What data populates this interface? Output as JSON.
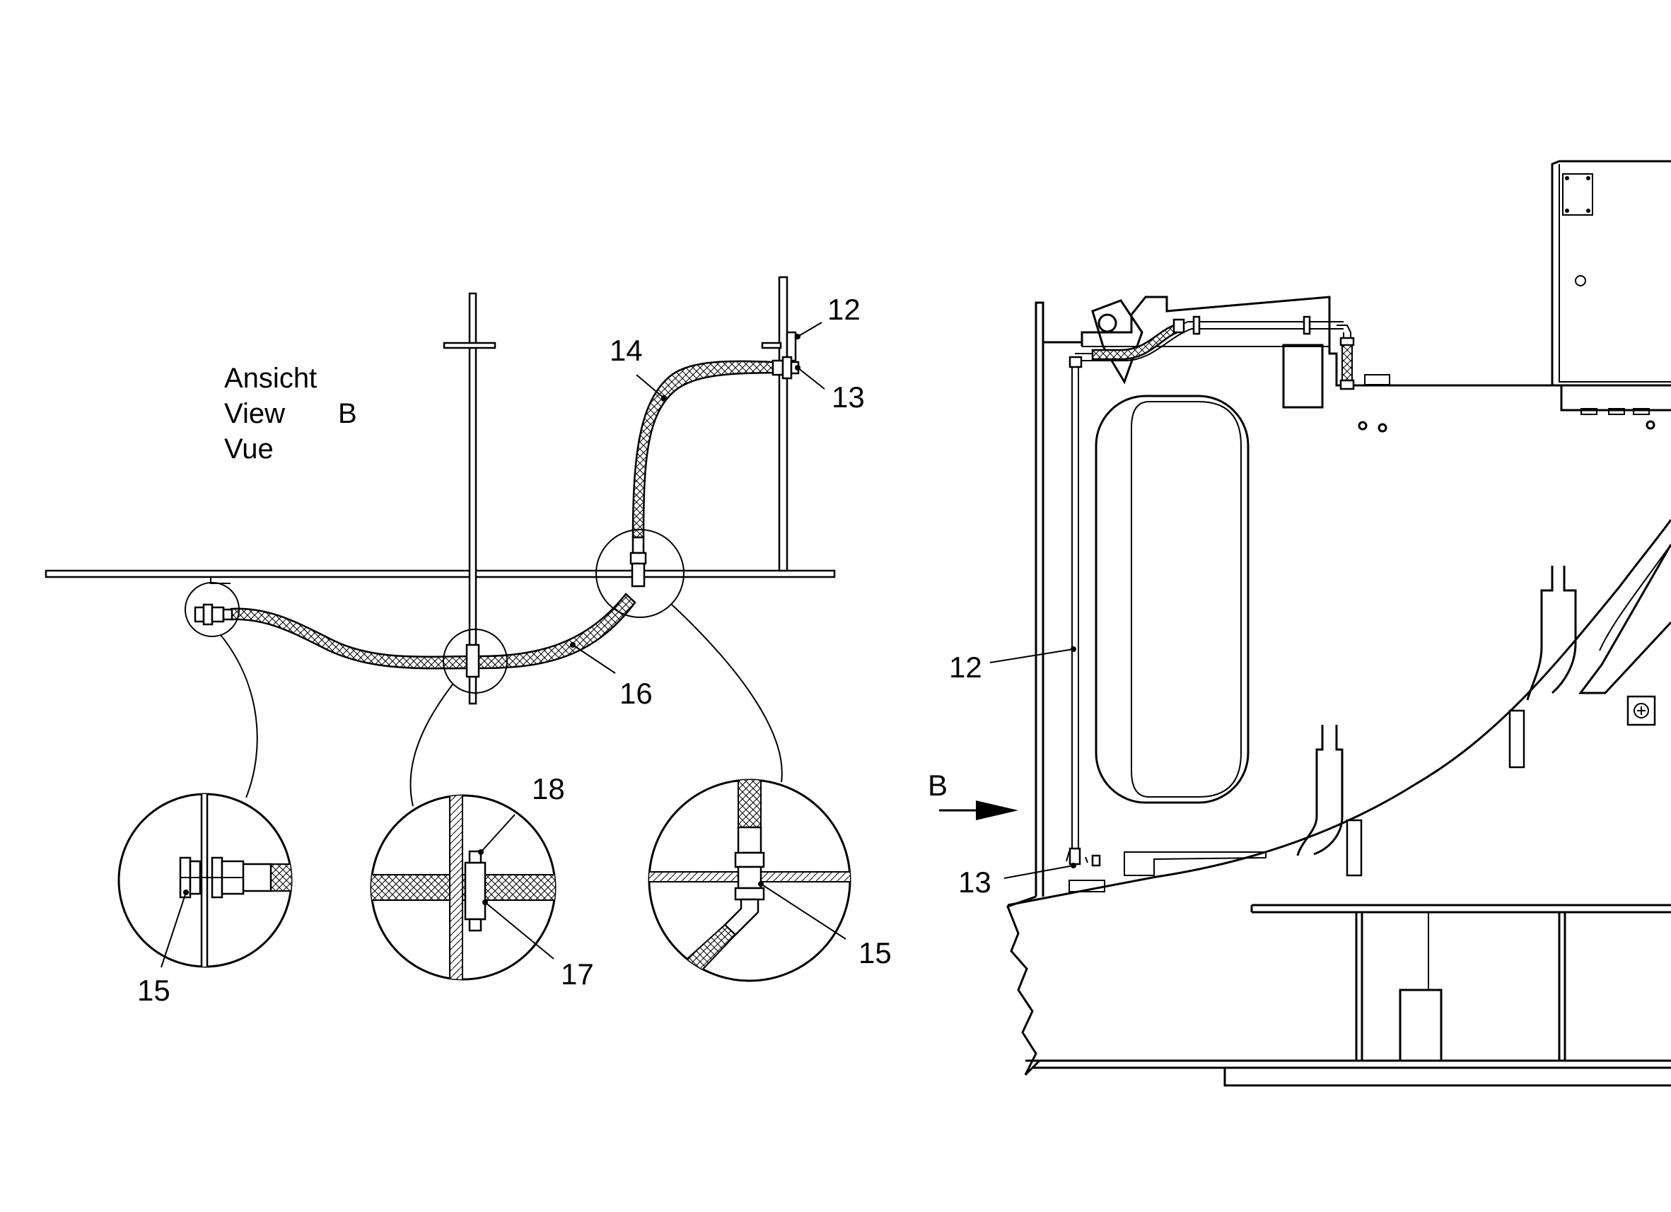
{
  "view_title": {
    "line1": "Ansicht",
    "line2": "View",
    "line3": "Vue",
    "view_letter": "B"
  },
  "view_arrow_label": "B",
  "callouts_left": {
    "c12": "12",
    "c13": "13",
    "c14": "14",
    "c16": "16",
    "c15a": "15",
    "c15b": "15",
    "c17": "17",
    "c18": "18"
  },
  "callouts_right": {
    "c12": "12",
    "c13": "13"
  },
  "details": [
    "detail-hose-end-fitting",
    "detail-clamp",
    "detail-bulkhead-fitting"
  ]
}
